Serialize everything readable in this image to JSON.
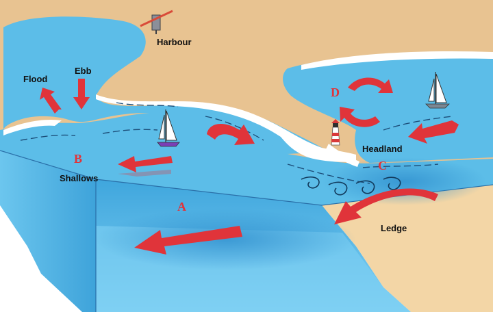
{
  "labels": {
    "harbour": "Harbour",
    "ebb": "Ebb",
    "flood": "Flood",
    "shallows": "Shallows",
    "headland": "Headland",
    "ledge": "Ledge"
  },
  "zones": {
    "a": "A",
    "b": "B",
    "c": "C",
    "d": "D"
  },
  "colors": {
    "sand": "#e6c08e",
    "water": "#5cbde8",
    "deep_water": "#2f8fce",
    "arrow": "#e0343a",
    "foam": "#ffffff"
  }
}
